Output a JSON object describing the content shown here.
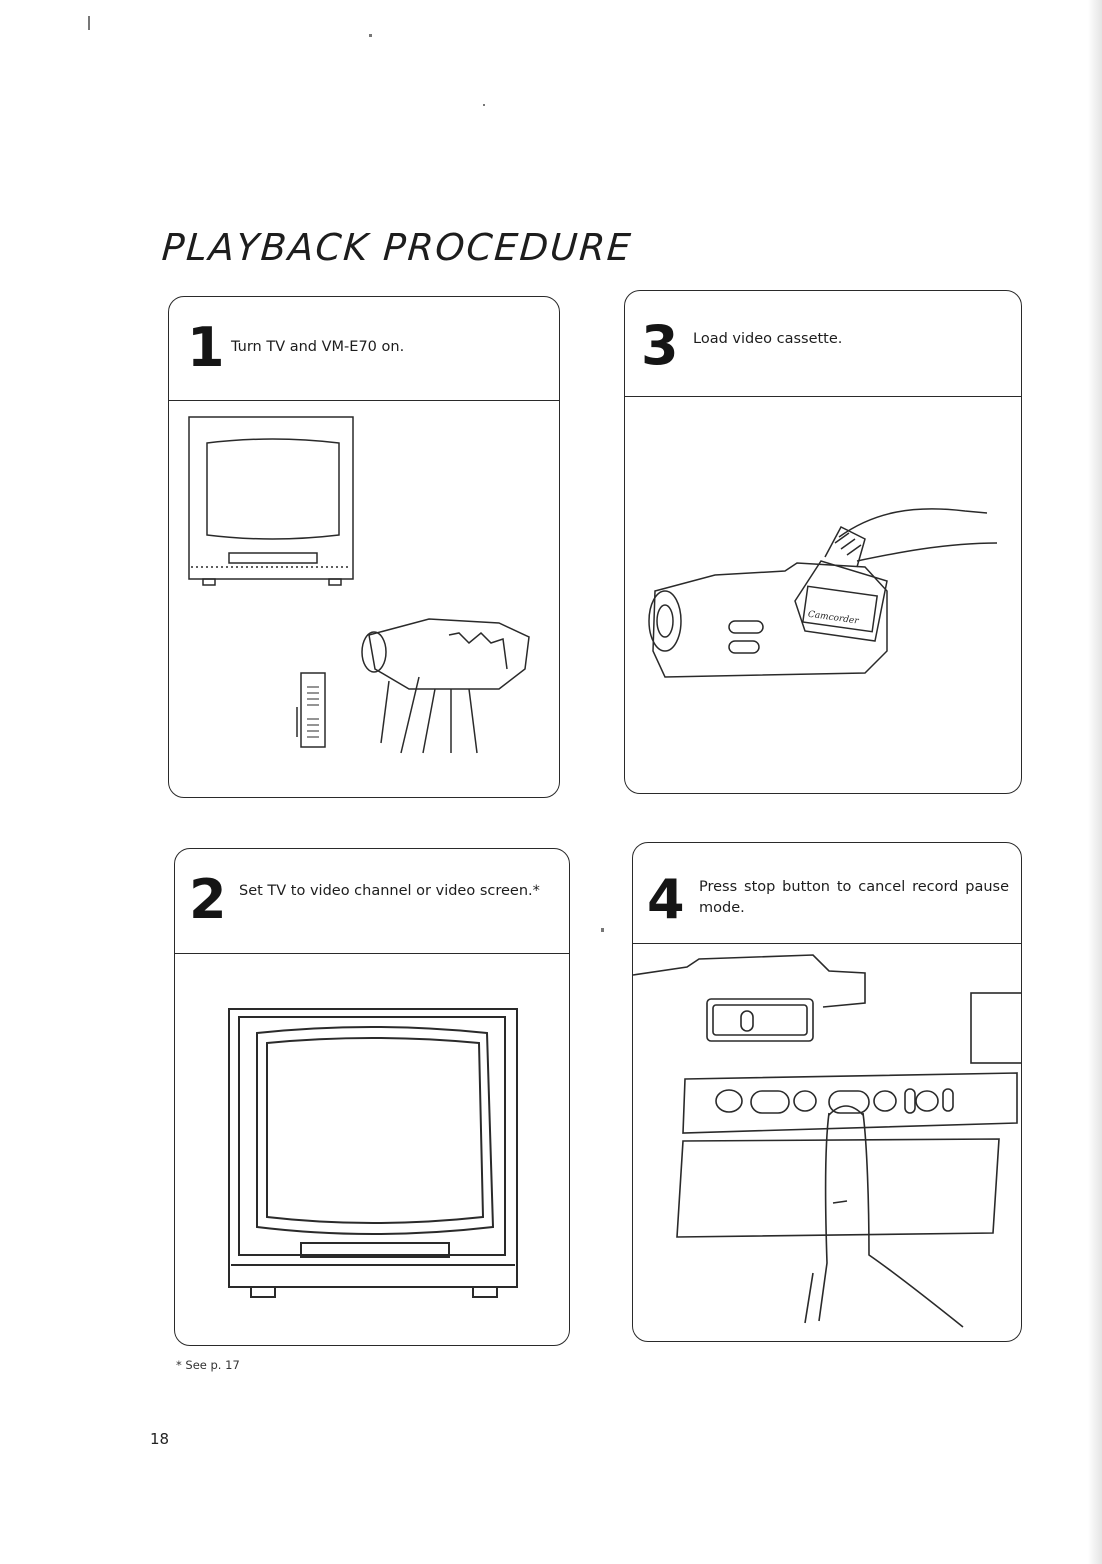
{
  "title": "PLAYBACK PROCEDURE",
  "steps": [
    {
      "number": "1",
      "text": "Turn TV and VM-E70 on."
    },
    {
      "number": "2",
      "text": "Set TV to video channel or video screen.*"
    },
    {
      "number": "3",
      "text": "Load video cassette."
    },
    {
      "number": "4",
      "text": "Press stop button to cancel record pause mode."
    }
  ],
  "footnote": "* See p. 17",
  "page_number": "18",
  "cassette_label": "Camcorder",
  "colors": {
    "ink": "#1b1b1b",
    "paper": "#ffffff"
  }
}
